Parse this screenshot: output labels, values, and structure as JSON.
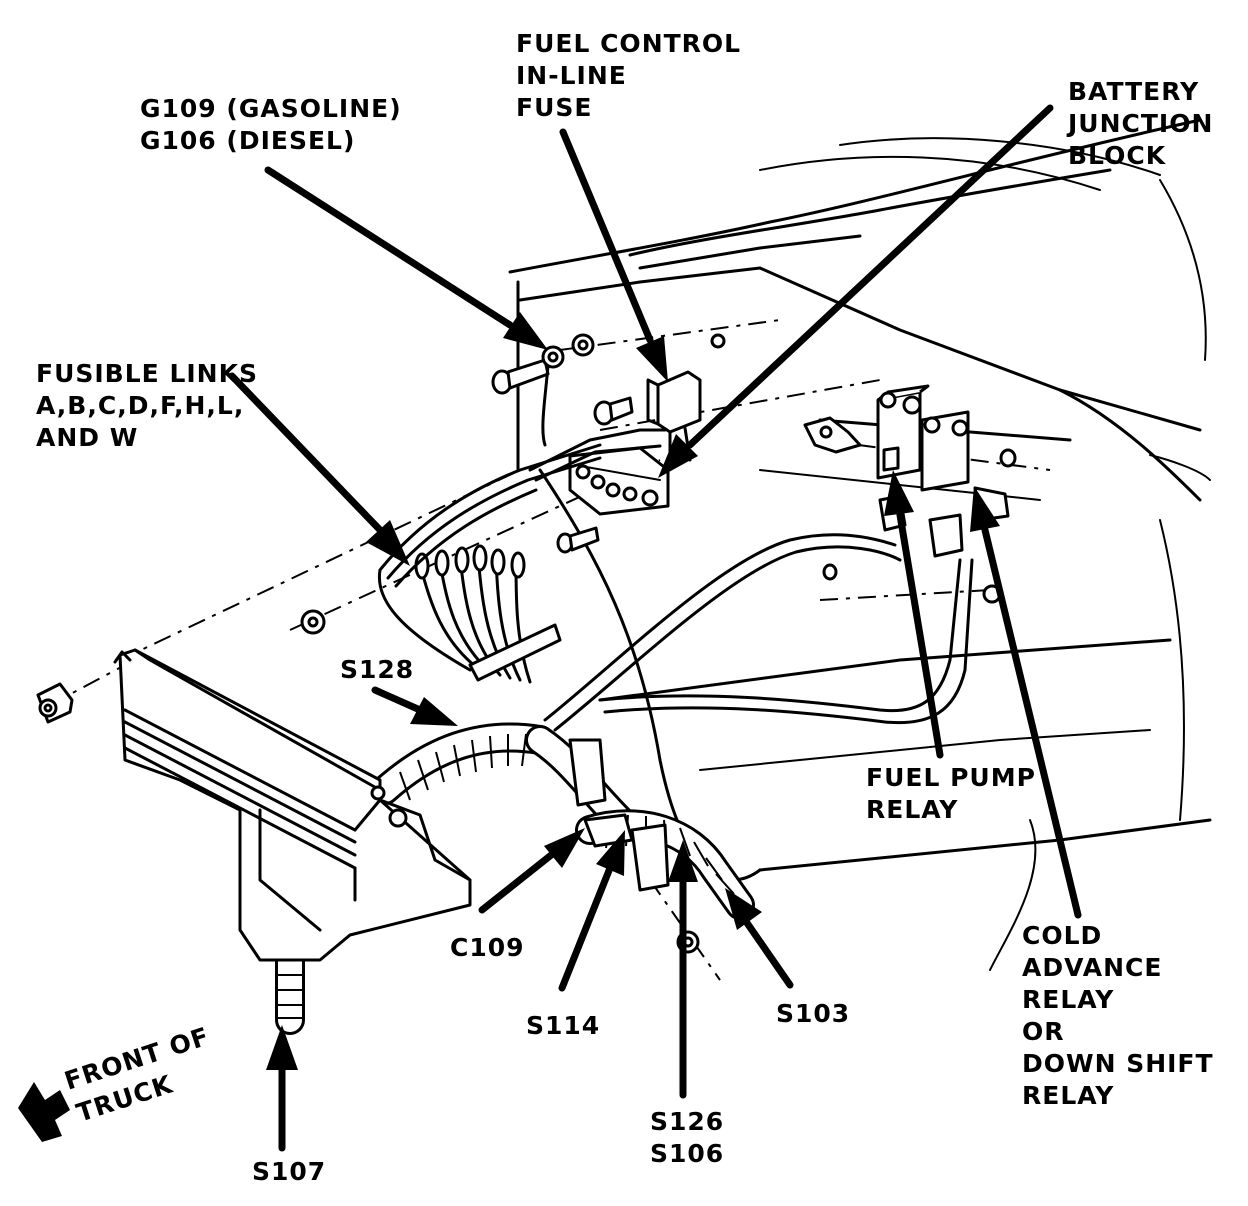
{
  "labels": {
    "fuel_control_fuse": [
      "FUEL CONTROL",
      "IN-LINE",
      "FUSE"
    ],
    "ground": [
      "G109 (GASOLINE)",
      "G106 (DIESEL)"
    ],
    "battery_junction_block": [
      "BATTERY",
      "JUNCTION",
      "BLOCK"
    ],
    "fusible_links": [
      "FUSIBLE LINKS",
      "A,B,C,D,F,H,L,",
      "AND W"
    ],
    "fuel_pump_relay": [
      "FUEL PUMP",
      "RELAY"
    ],
    "cold_advance_relay": [
      "COLD",
      "ADVANCE",
      "RELAY",
      "OR",
      "DOWN SHIFT",
      "RELAY"
    ],
    "s128": "S128",
    "c109": "C109",
    "s114": "S114",
    "s126_s106": [
      "S126",
      "S106"
    ],
    "s103": "S103",
    "s107": "S107",
    "front_of_truck": [
      "FRONT OF",
      "TRUCK"
    ]
  }
}
